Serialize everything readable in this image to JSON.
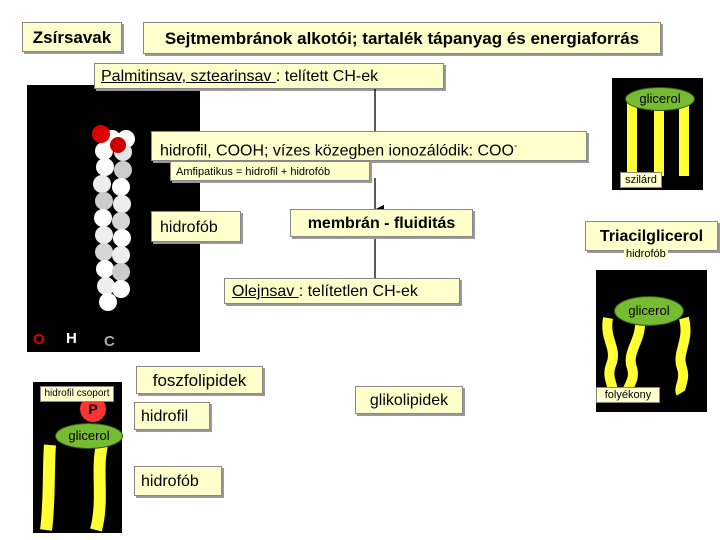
{
  "title": "Zsírsavak",
  "subtitle": "Sejtmembránok alkotói; tartalék tápanyag és energiaforrás",
  "saturated": {
    "name": "Palmitinsav, sztearinsav ",
    "rest": ": telített CH-ek"
  },
  "hydrophilic": {
    "text": "hidrofil, COOH; vízes közegben ionozálódik: COO",
    "sup": "-"
  },
  "amphipathic": "Amfipatikus = hidrofil + hidrofób",
  "hydrophobic_label": "hidrofób",
  "membrane_fluidity": "membrán - fluiditás",
  "unsaturated": {
    "name": "Olejnsav ",
    "rest": ": telítetlen CH-ek"
  },
  "atom_legend": {
    "o": "O",
    "h": "H",
    "c": "C"
  },
  "atom_colors": {
    "o": "#dd0000",
    "h": "#ffffff",
    "c": "#aaaaaa"
  },
  "phospholipids": {
    "label": "foszfolipidek",
    "hydrophilic": "hidrofil",
    "hydrophobic": "hidrofób",
    "head_group": "hidrofil csoport",
    "phosphate": "P",
    "glycerol": "glicerol"
  },
  "glycolipids": "glikolipidek",
  "triacylglycerol": {
    "label": "Triacilglicerol",
    "hydrophobic": "hidrofób",
    "solid_glycerol": "glicerol",
    "solid_state": "szilárd",
    "liquid_glycerol": "glicerol",
    "liquid_state": "folyékony"
  },
  "colors": {
    "tail": "#ffff33",
    "glycerol": "#77bb33",
    "box": "#ffffcc"
  }
}
